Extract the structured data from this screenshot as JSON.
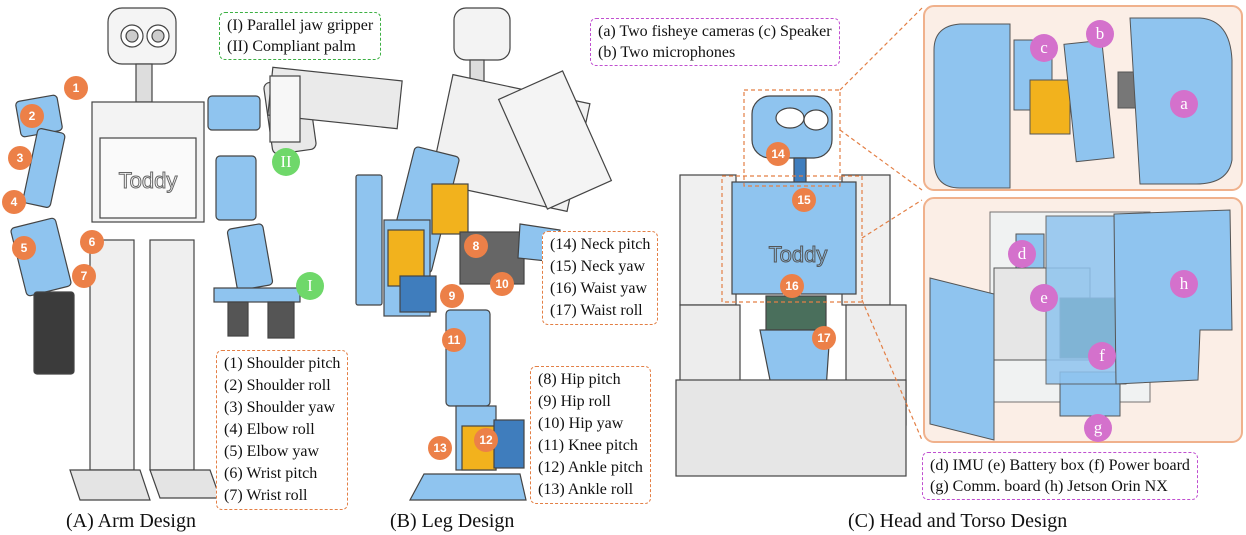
{
  "colors": {
    "robot_blue": "#8fc4ef",
    "joint_orange": "#ec8048",
    "actuator_yellow": "#f2b21d",
    "callout_green": "#6fd86a",
    "callout_pink": "#d471cc",
    "panel_bg": "#fbeee6"
  },
  "gripper_legend": {
    "items": [
      "(I)  Parallel jaw gripper",
      "(II) Compliant palm"
    ]
  },
  "head_legend": {
    "items": [
      "(a) Two fisheye cameras (c) Speaker",
      "(b) Two microphones"
    ]
  },
  "arm_legend": {
    "items": [
      "(1) Shoulder pitch",
      "(2) Shoulder roll",
      "(3) Shoulder yaw",
      "(4) Elbow roll",
      "(5) Elbow yaw",
      "(6) Wrist pitch",
      "(7) Wrist roll"
    ]
  },
  "neck_legend": {
    "items": [
      "(14) Neck pitch",
      "(15) Neck yaw",
      "(16) Waist yaw",
      "(17) Waist roll"
    ]
  },
  "leg_legend": {
    "items": [
      "(8)  Hip pitch",
      "(9)  Hip roll",
      "(10) Hip yaw",
      "(11) Knee pitch",
      "(12) Ankle pitch",
      "(13) Ankle roll"
    ]
  },
  "torso_legend": {
    "items": [
      "(d) IMU (e) Battery box (f) Power board",
      "(g) Comm. board (h) Jetson Orin NX"
    ]
  },
  "captions": {
    "arm": "(A) Arm Design",
    "leg": "(B) Leg Design",
    "head_torso": "(C) Head and Torso Design"
  },
  "robot_label": "Toddy",
  "joint_badges": [
    "1",
    "2",
    "3",
    "4",
    "5",
    "6",
    "7",
    "8",
    "9",
    "10",
    "11",
    "12",
    "13",
    "14",
    "15",
    "16",
    "17"
  ],
  "gripper_badges": [
    "I",
    "II"
  ],
  "component_badges": [
    "a",
    "b",
    "c",
    "d",
    "e",
    "f",
    "g",
    "h"
  ]
}
